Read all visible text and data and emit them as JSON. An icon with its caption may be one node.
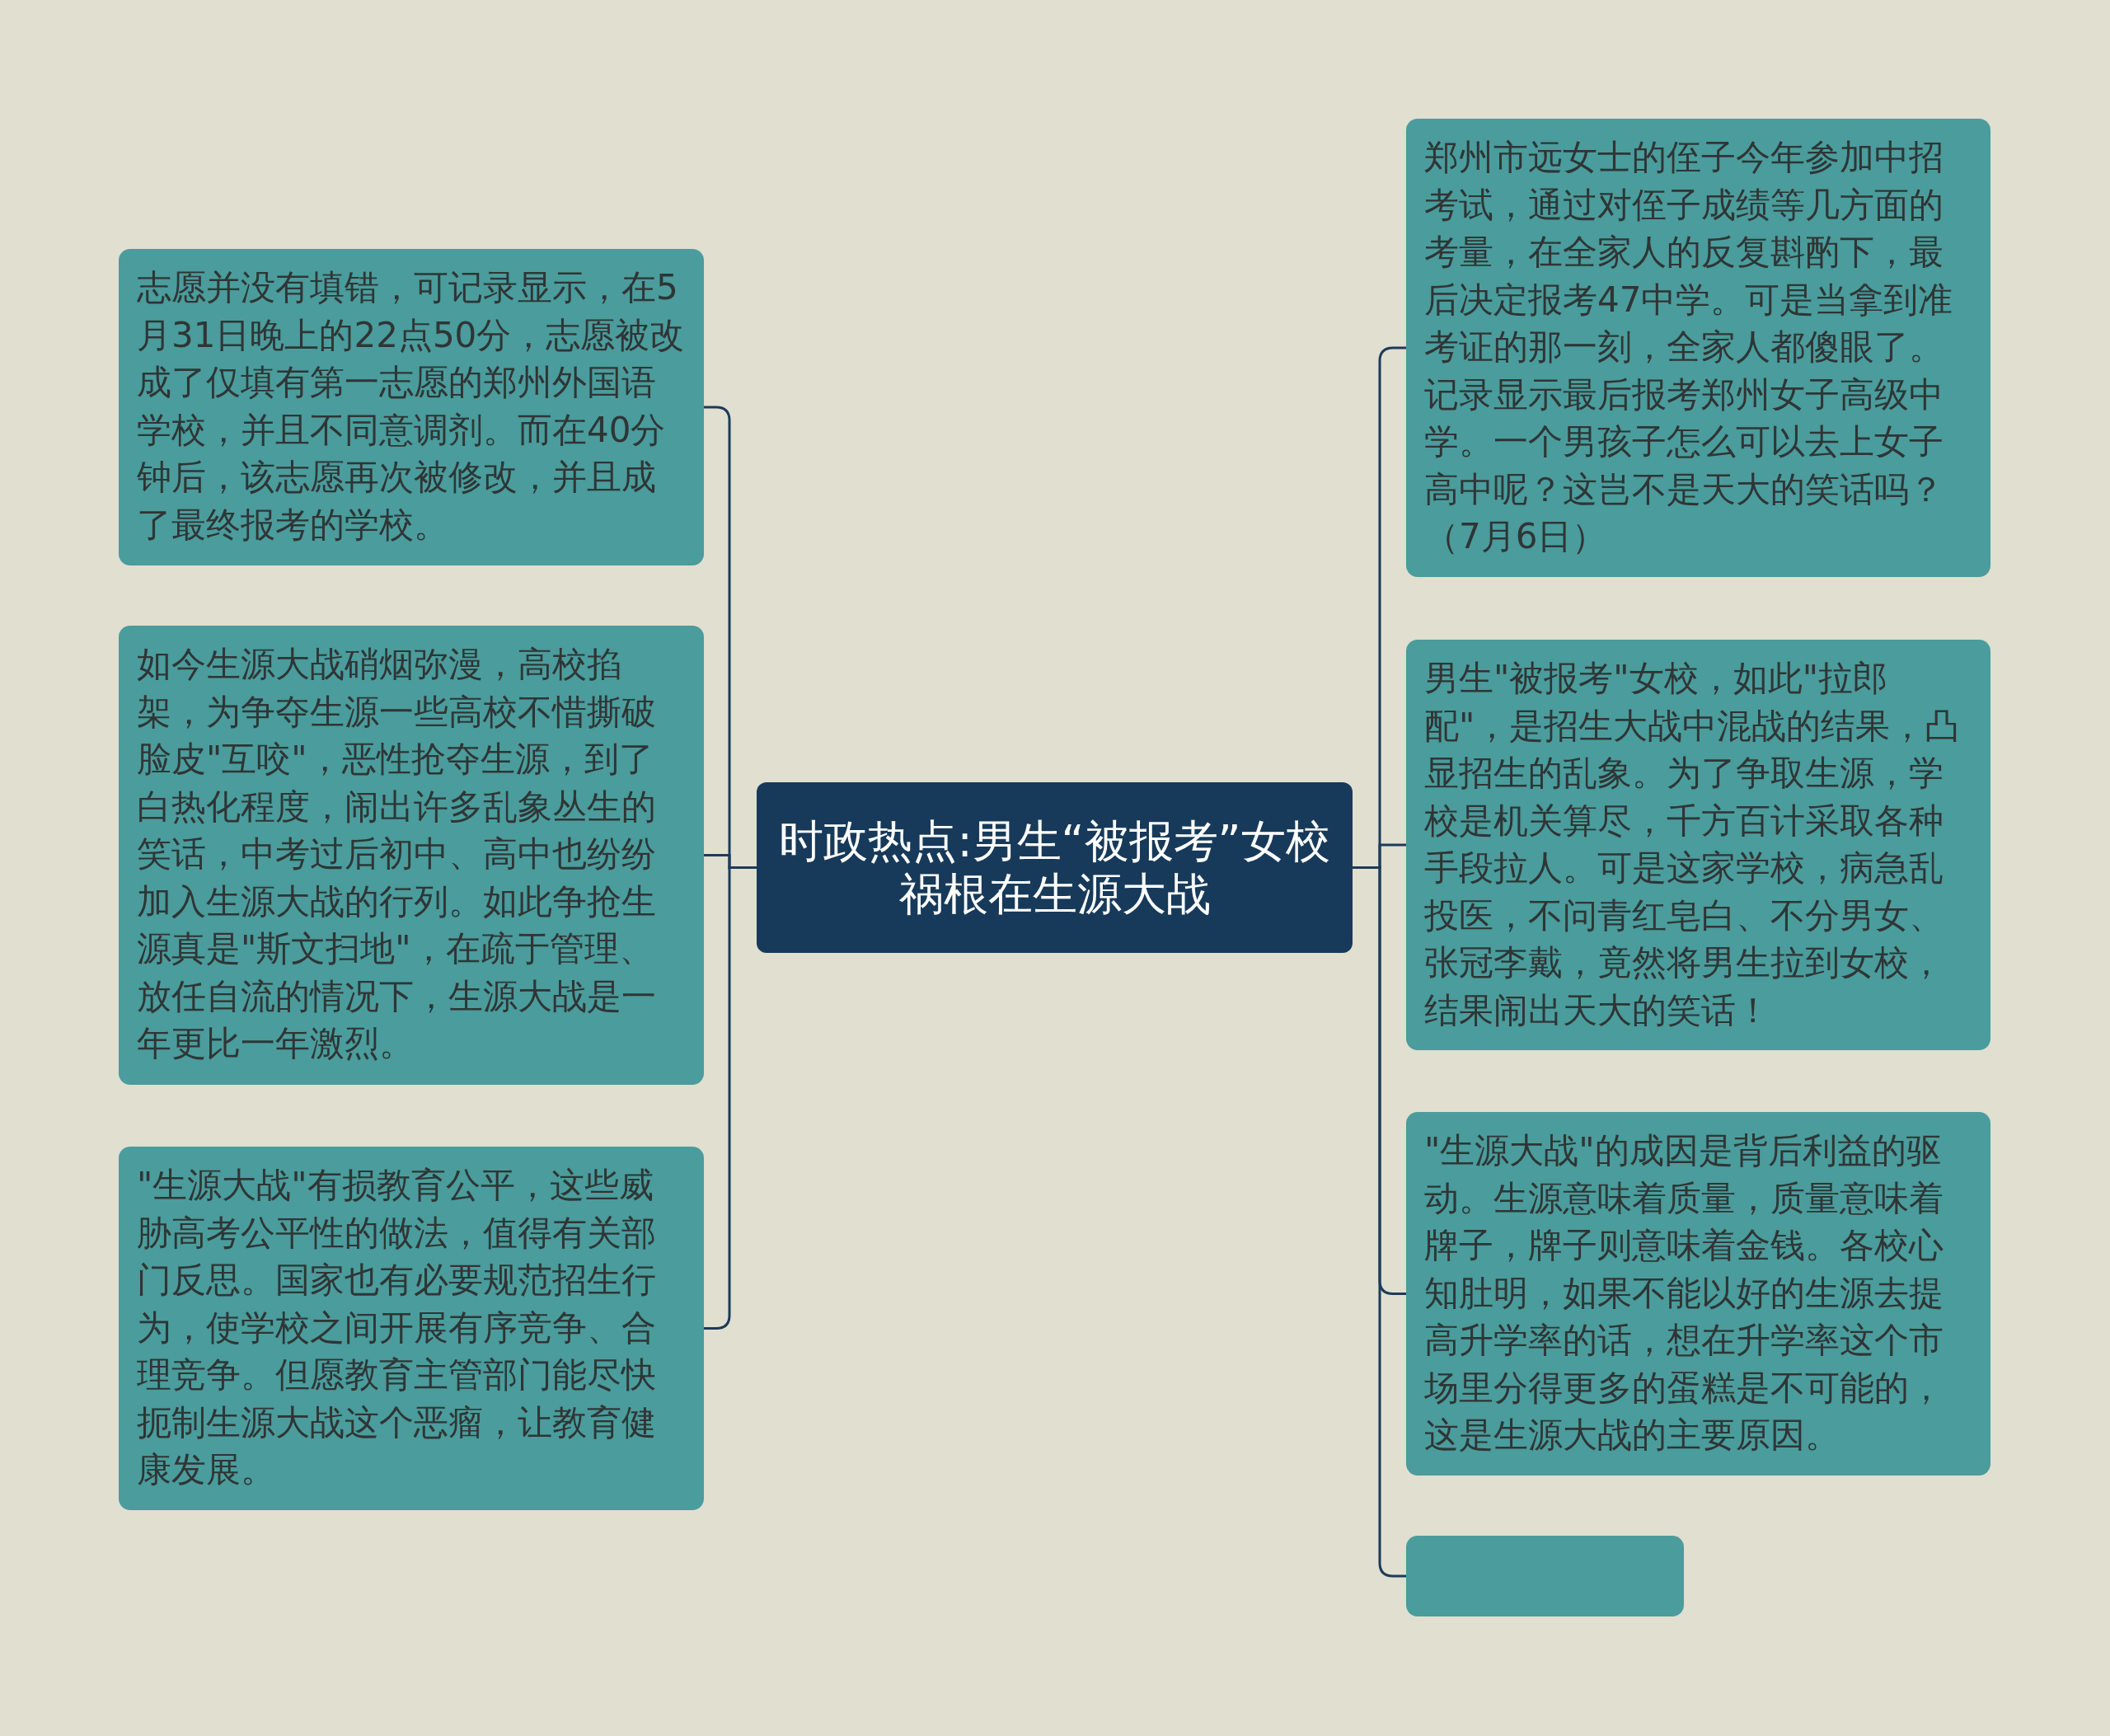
{
  "diagram": {
    "nodes": [
      {
        "text": [
          "时政热点:男生“被报考”女校祸根在生源大战"
        ]
      },
      {
        "text": [
          "志愿并没有填错，可记录显示，在5月31日晚上的22点50分，志愿被改成了仅填有第一志愿的郑州外国语学校，并且不同意调剂。而在40分钟后，该志愿再次被修改，并且成了最终报考的学校。"
        ]
      },
      {
        "text": [
          "如今生源大战硝烟弥漫，高校掐架，为争夺生源一些高校不惜撕破脸皮\"互咬\"，恶性抢夺生源，到了白热化程度，闹出许多乱象丛生的笑话，中考过后初中、高中也纷纷加入生源大战的行列。如此争抢生源真是\"斯文扫地\"，在疏于管理、放任自流的情况下，生源大战是一年更比一年激烈。"
        ]
      },
      {
        "text": [
          "\"生源大战\"有损教育公平，这些威胁高考公平性的做法，值得有关部门反思。国家也有必要规范招生行为，使学校之间开展有序竞争、合理竞争。但愿教育主管部门能尽快扼制生源大战这个恶瘤，让教育健康发展。"
        ]
      },
      {
        "text": [
          "郑州市远女士的侄子今年参加中招考试，通过对侄子成绩等几方面的考量，在全家人的反复斟酌下，最后决定报考47中学。可是当拿到准考证的那一刻，全家人都傻眼了。记录显示最后报考郑州女子高级中学。一个男孩子怎么可以去上女子高中呢？这岂不是天大的笑话吗？（7月6日）"
        ]
      },
      {
        "text": [
          "男生\"被报考\"女校，如此\"拉郎配\"，是招生大战中混战的结果，凸显招生的乱象。为了争取生源，学校是机关算尽，千方百计采取各种手段拉人。可是这家学校，病急乱投医，不问青红皂白、不分男女、张冠李戴，竟然将男生拉到女校，结果闹出天大的笑话！"
        ]
      },
      {
        "text": [
          "\"生源大战\"的成因是背后利益的驱动。生源意味着质量，质量意味着牌子，牌子则意味着金钱。各校心知肚明，如果不能以好的生源去提高升学率的话，想在升学率这个市场里分得更多的蛋糕是不可能的，这是生源大战的主要原因。"
        ]
      },
      {
        "text": [],
        "shape": "box"
      }
    ],
    "edges": [
      {
        "from": 0,
        "to": 1,
        "arrow": "none"
      },
      {
        "from": 0,
        "to": 2,
        "arrow": "none"
      },
      {
        "from": 0,
        "to": 3,
        "arrow": "none"
      },
      {
        "from": 0,
        "to": 4,
        "arrow": "none"
      },
      {
        "from": 0,
        "to": 5,
        "arrow": "none"
      },
      {
        "from": 0,
        "to": 6,
        "arrow": "none"
      },
      {
        "from": 0,
        "to": 7,
        "arrow": "none"
      }
    ]
  }
}
